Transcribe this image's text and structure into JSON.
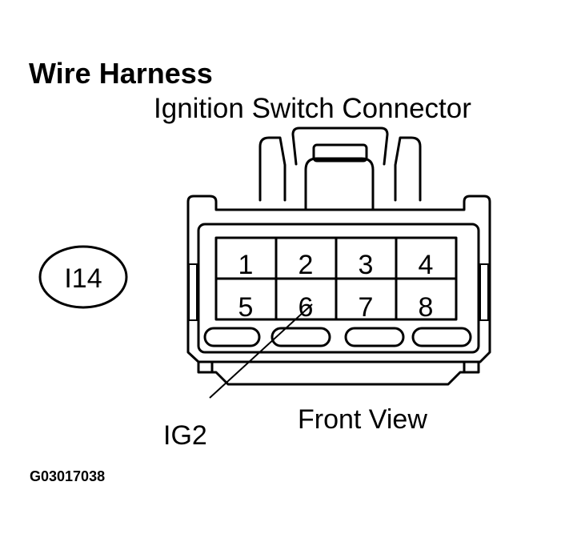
{
  "title": "Wire Harness",
  "subtitle": "Ignition Switch Connector",
  "connector_id": "I14",
  "pins_top": [
    "1",
    "2",
    "3",
    "4"
  ],
  "pins_bottom": [
    "5",
    "6",
    "7",
    "8"
  ],
  "signal_label": "IG2",
  "view_label": "Front View",
  "figure_code": "G03017038"
}
